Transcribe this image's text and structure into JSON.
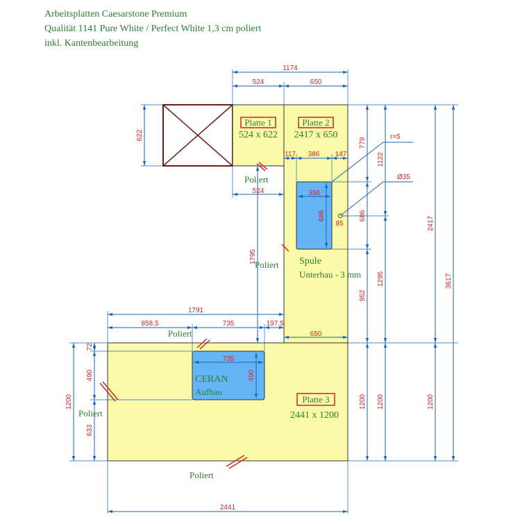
{
  "header": {
    "line1": "Arbeitsplatten Caesarstone Premium",
    "line2": "Qualität 1141 Pure White / Perfect White 1,3 cm poliert",
    "line3": "inkl. Kantenbearbeitung"
  },
  "colors": {
    "slab_fill": "#fafaa8",
    "cutout_fill": "#64b5f6",
    "dimension_line": "#1565c0",
    "dimension_text": "#c62828",
    "label_text": "#2e7d32",
    "polish_mark": "#c62828",
    "obstacle": "#6d1b1b"
  },
  "slabs": {
    "p1": {
      "name": "Platte 1",
      "size": "524 x 622"
    },
    "p2": {
      "name": "Platte 2",
      "size": "2417 x 650"
    },
    "p3": {
      "name": "Platte 3",
      "size": "2441 x 1200"
    }
  },
  "cutouts": {
    "sink": {
      "label1": "Spule",
      "label2": "Unterbau - 3 mm",
      "w": "386",
      "h": "686"
    },
    "hob": {
      "label1": "CERAN",
      "label2": "Aufbau",
      "w": "735",
      "h": "490"
    }
  },
  "edge_labels": {
    "polished": "Poliert"
  },
  "dimensions": {
    "top_total": "1174",
    "top_left": "524",
    "top_right": "650",
    "p1_height": "622",
    "p1_width_below": "524",
    "sink_left": "117",
    "sink_width": "386",
    "sink_right": "147",
    "corner_radius": "r=5",
    "tap_hole": "Ø35",
    "tap_offset": "85",
    "sink_depth_right": "686",
    "sink_top_offset": "779",
    "p2_upper": "1122",
    "p2_lower": "1295",
    "p2_total": "2417",
    "total_height": "3617",
    "column_height": "1795",
    "p2_bottom_height": "952",
    "p3_total_width": "1791",
    "hob_left": "858.5",
    "hob_width": "735",
    "hob_right": "197.5",
    "p2_width_bottom": "650",
    "hob_top": "72",
    "hob_height_side": "490",
    "hob_bottom": "633",
    "p3_height": "1200",
    "p3_width": "2441"
  }
}
